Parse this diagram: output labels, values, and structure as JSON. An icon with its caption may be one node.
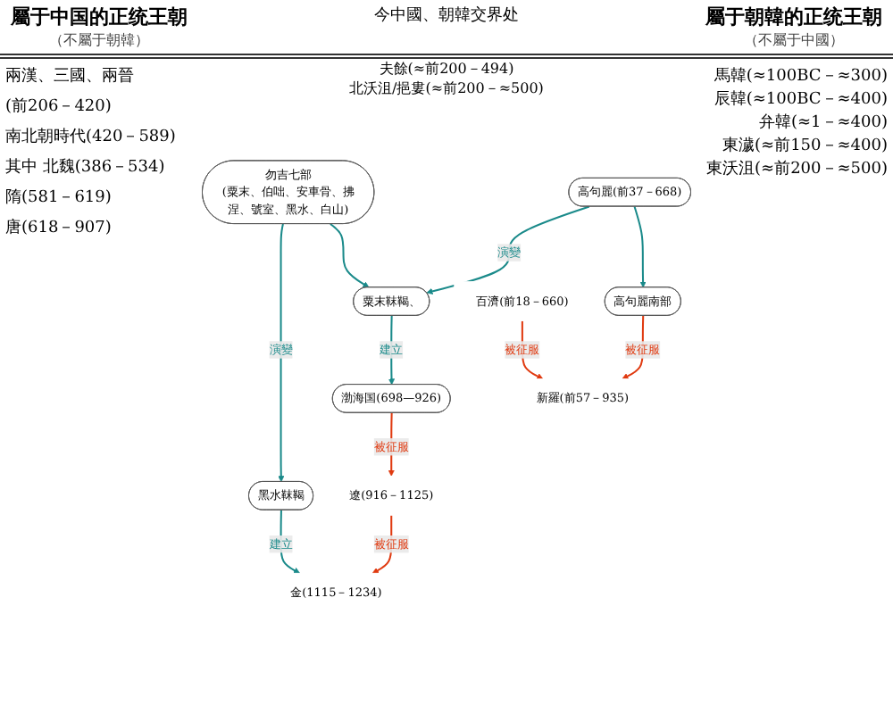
{
  "diagram": {
    "nodes": [
      {
        "text": [
          "高句麗(前37－668)"
        ]
      },
      {
        "text": [
          "勿吉七部",
          "(粟末、伯咄、安車骨、拂涅、號室、黑水、白山)"
        ]
      },
      {
        "text": [
          "黑水靺鞨"
        ]
      },
      {
        "text": [
          "粟末靺鞨、"
        ]
      },
      {
        "text": [
          "高句麗南部"
        ]
      },
      {
        "text": [
          "渤海国(698—926)"
        ]
      },
      {
        "text": [
          "百濟(前18－660)"
        ]
      },
      {
        "text": [
          "新羅(前57－935)"
        ]
      },
      {
        "text": [
          "遼(916－1125)"
        ]
      },
      {
        "text": [
          "金(1115－1234)"
        ]
      }
    ],
    "edges": [
      {
        "from": 0,
        "to": 3,
        "arrow": "to",
        "label": "演變"
      },
      {
        "from": 0,
        "to": 4,
        "arrow": "to"
      },
      {
        "from": 1,
        "to": 2,
        "arrow": "to",
        "label": "演變"
      },
      {
        "from": 1,
        "to": 3,
        "arrow": "to"
      },
      {
        "from": 2,
        "to": 9,
        "arrow": "to",
        "label": "建立"
      },
      {
        "from": 3,
        "to": 5,
        "arrow": "to",
        "label": "建立"
      },
      {
        "from": 4,
        "to": 7,
        "arrow": "to",
        "label": "被征服",
        "color": "#e03a10"
      },
      {
        "from": 6,
        "to": 7,
        "arrow": "to",
        "label": "被征服",
        "color": "#e03a10"
      },
      {
        "from": 5,
        "to": 8,
        "arrow": "to",
        "label": "被征服",
        "color": "#e03a10"
      },
      {
        "from": 8,
        "to": 9,
        "arrow": "to",
        "label": "被征服",
        "color": "#e03a10"
      }
    ],
    "labels": [
      "屬于中国的正统王朝",
      "（不屬于朝韓）",
      "今中國、朝韓交界处",
      "屬于朝韓的正统王朝",
      "（不屬于中國）",
      "兩漢、三國、兩晉",
      "(前206－420)",
      "夫餘(≈前200－494)",
      "北沃沮/挹婁(≈前200－≈500)",
      "馬韓(≈100BC－≈300)",
      "辰韓(≈100BC－≈400)",
      "弁韓(≈1－≈400)",
      "東濊(≈前150－≈400)",
      "東沃沮(≈前200－≈500)",
      "南北朝時代(420－589)",
      "其中 北魏(386－534)",
      "隋(581－619)",
      "唐(618－907)"
    ]
  }
}
